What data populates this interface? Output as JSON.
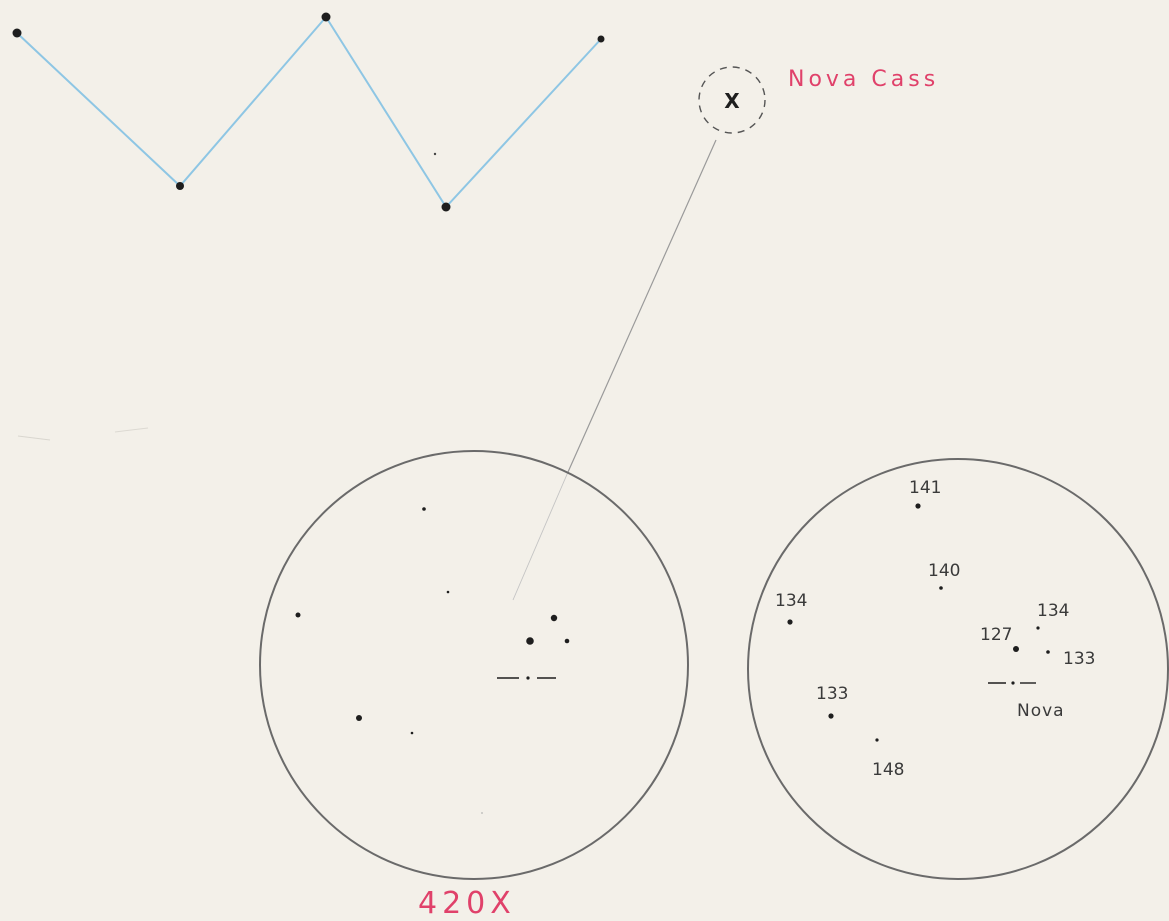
{
  "nova_label": "Nova Cass",
  "nova_marker": "X",
  "magnification": "420X",
  "chart_labels": {
    "star_141": "141",
    "star_140": "140",
    "star_134_left": "134",
    "star_134_right": "134",
    "star_127": "127",
    "star_133_right": "133",
    "star_133_left": "133",
    "star_148": "148",
    "nova": "Nova"
  },
  "colors": {
    "paper": "#f3f0e9",
    "pencil": "#6a6a6a",
    "ink": "#1e1e1e",
    "constellation_line": "#8ec6e4",
    "annotation": "#e0416a"
  }
}
